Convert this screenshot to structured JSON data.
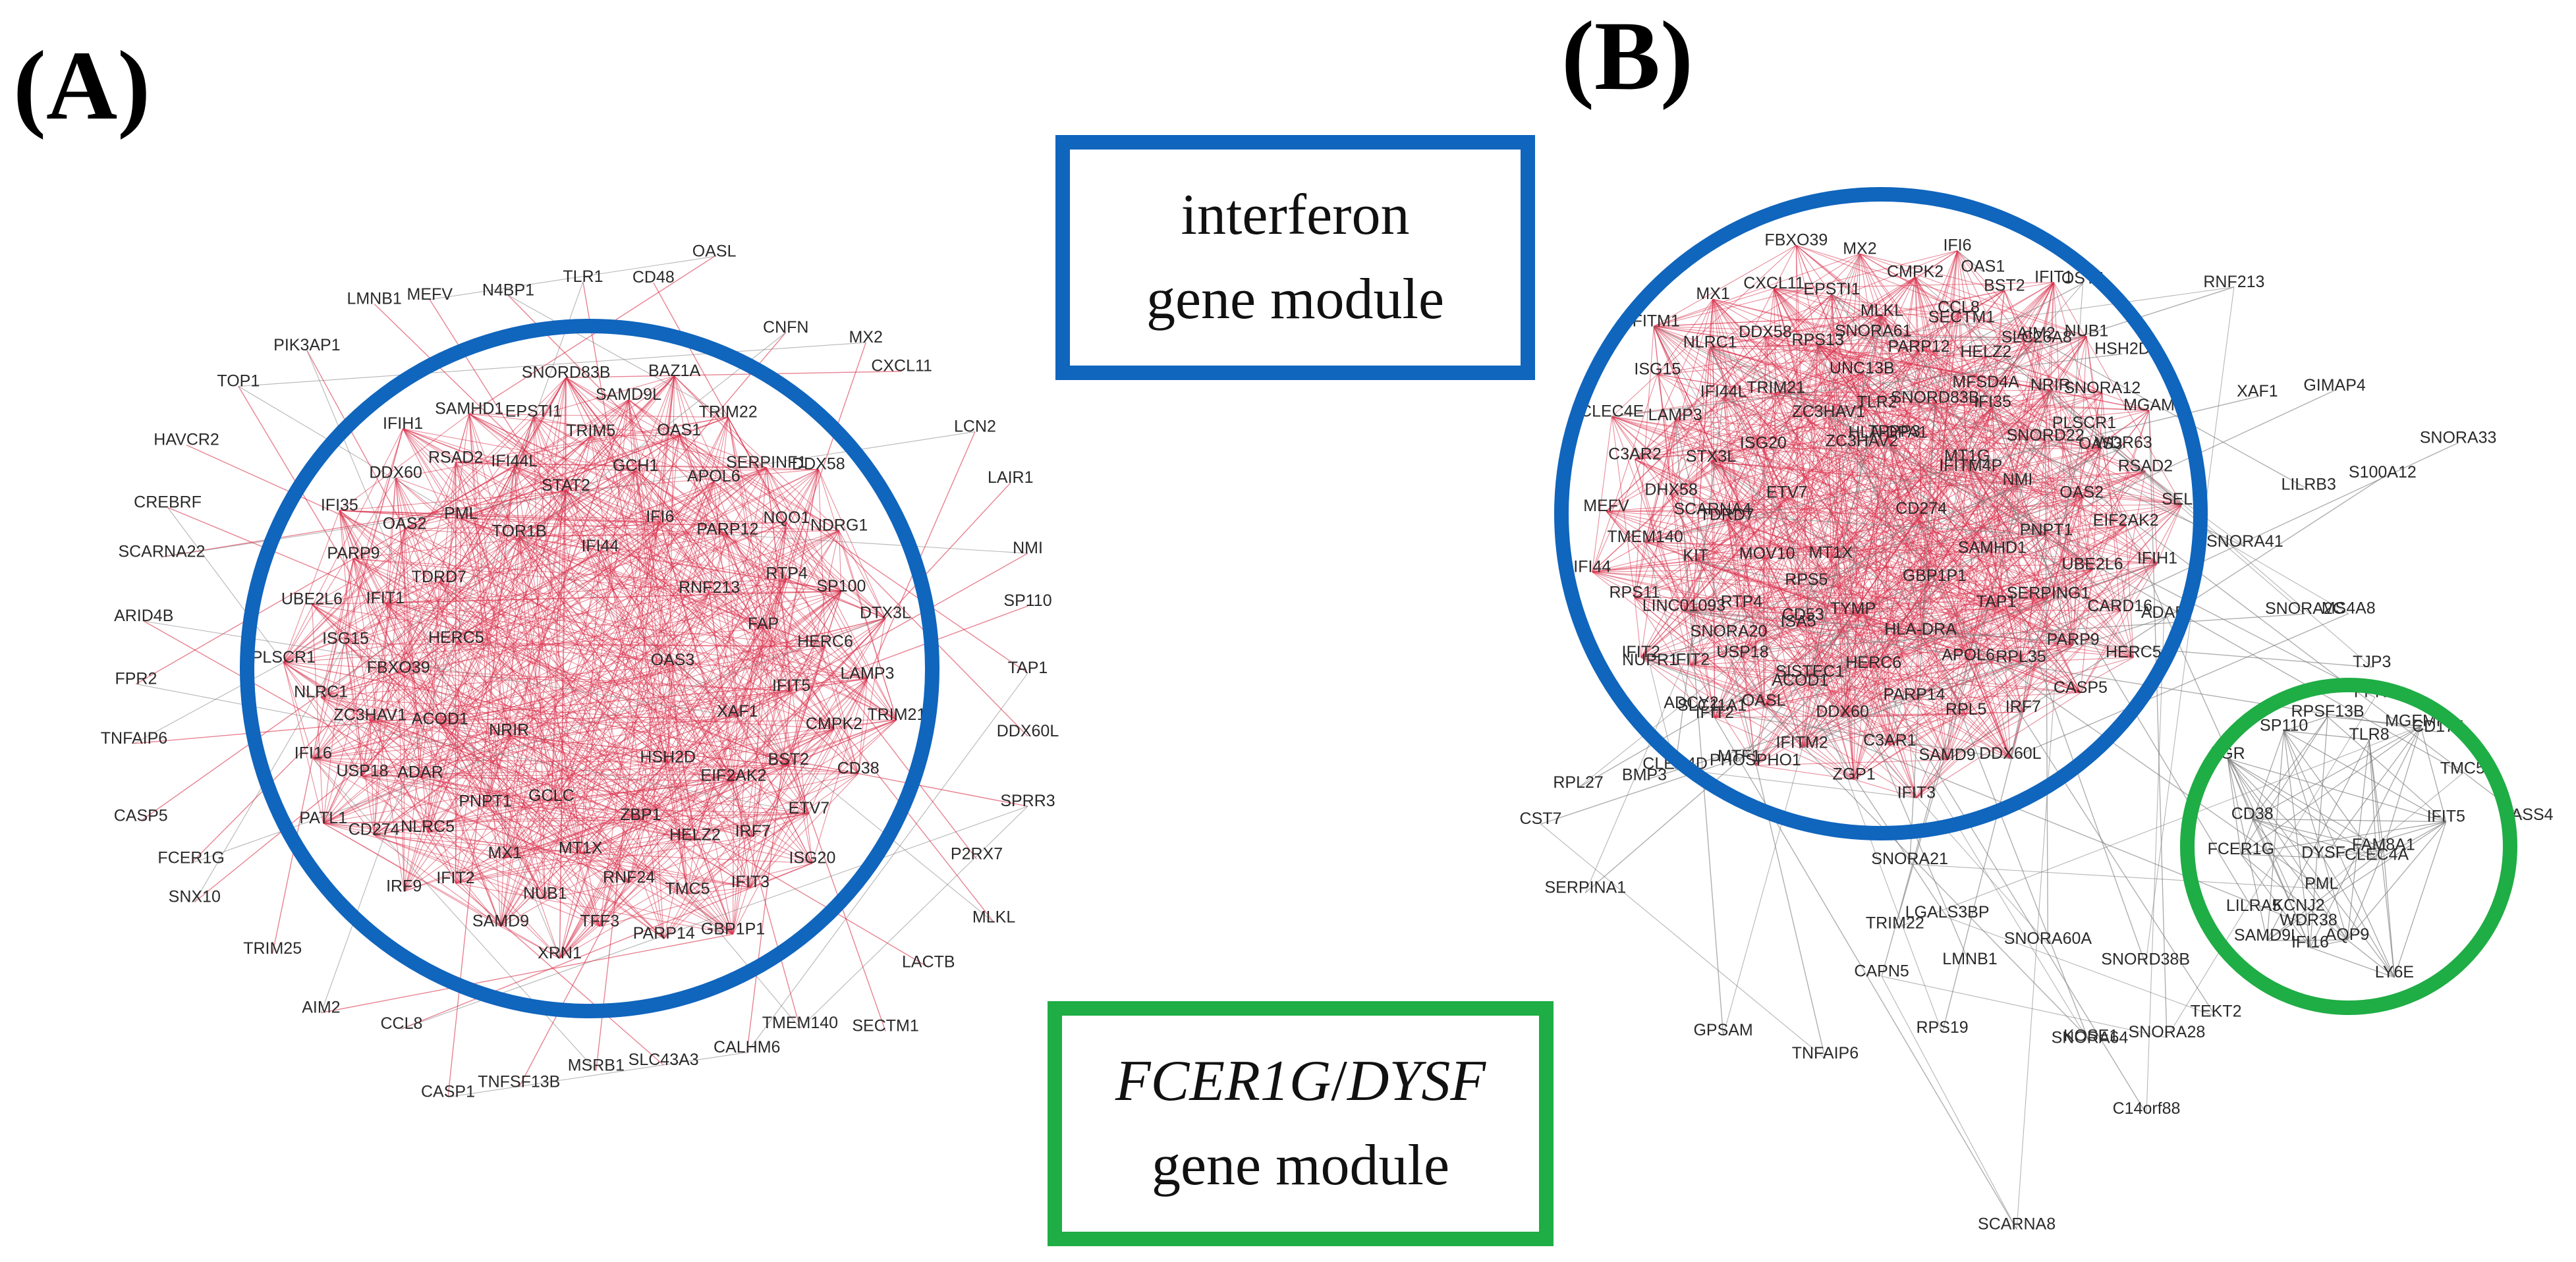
{
  "panels": [
    {
      "label": "(A)",
      "nodes": [
        "OAS3",
        "NRIR",
        "IFI44",
        "HSH2D",
        "HERC5",
        "RNF213",
        "GCLC",
        "TOR1B",
        "XAF1",
        "ACOD1",
        "IFI6",
        "ZBP1",
        "TDRD7",
        "FAP",
        "PNPT1",
        "STAT2",
        "EIF2AK2",
        "FBXO39",
        "PARP12",
        "MT1X",
        "PML",
        "IFIT5",
        "ADAR",
        "GCH1",
        "HELZ2",
        "IFIT1",
        "RTP4",
        "MX1",
        "IFI44L",
        "BST2",
        "ZC3HAV1",
        "APOL6",
        "RNF24",
        "OAS2",
        "HERC6",
        "NLRC5",
        "TRIM5",
        "IRF7",
        "ISG15",
        "NQO1",
        "NUB1",
        "RSAD2",
        "CMPK2",
        "USP18",
        "OAS1",
        "TMC5",
        "PARP9",
        "SP100",
        "IFIT2",
        "EPSTI1",
        "ETV7",
        "NLRC1",
        "SERPINF1",
        "TFF3",
        "DDX60",
        "LAMP3",
        "CD274",
        "SAMD9L",
        "IFIT3",
        "UBE2L6",
        "NDRG1",
        "SAMD9",
        "SAMHD1",
        "CD38",
        "IFI16",
        "TRIM22",
        "PARP14",
        "IFI35",
        "DTX3L",
        "IRF9",
        "SNORD83B",
        "ISG20",
        "PLSCR1",
        "DDX58",
        "XRN1",
        "IFIH1",
        "TRIM21",
        "PATL1",
        "BAZ1A",
        "GBP1P1",
        "OASL",
        "CNFN",
        "MX2",
        "CXCL11",
        "LCN2",
        "LAIR1",
        "NMI",
        "SP110",
        "TAP1",
        "DDX60L",
        "SPRR3",
        "P2RX7",
        "MLKL",
        "LACTB",
        "SECTM1",
        "TMEM140",
        "CALHM6",
        "SLC43A3",
        "MSRB1",
        "TNFSF13B",
        "CASP1",
        "CCL8",
        "AIM2",
        "TRIM25",
        "SNX10",
        "FCER1G",
        "CASP5",
        "TNFAIP6",
        "FPR2",
        "ARID4B",
        "SCARNA22",
        "CREBRF",
        "HAVCR2",
        "TOP1",
        "PIK3AP1",
        "LMNB1",
        "MEFV",
        "N4BP1",
        "TLR1",
        "CD48"
      ]
    },
    {
      "label": "(B)",
      "nodes": [
        "CD274",
        "MT1X",
        "HLA-DPA1",
        "GBP1P1",
        "ETV7",
        "MT1G",
        "TYMP",
        "ZC3HAV1",
        "SAMHD1",
        "MOV10",
        "SNORD83B",
        "HLA-DRA",
        "ISG20",
        "NMI",
        "ISA5",
        "UNC13B",
        "TAP1",
        "TDRD7",
        "IFI35",
        "HERC6",
        "TRIM21",
        "PNPT1",
        "RTP4",
        "PARP12",
        "APOL6",
        "STX3L",
        "SNORD22",
        "SISTEC1",
        "RPS13",
        "SERPING1",
        "KIT",
        "HELZ2",
        "PARP14",
        "IFI44L",
        "OAS2",
        "USP18",
        "MLKL",
        "RPL35",
        "DHX58",
        "NRIR",
        "DDX60",
        "DDX58",
        "UBE2L6",
        "LINC01093",
        "CCL8",
        "RPL5",
        "LAMP3",
        "OAS3",
        "OASL",
        "EPSTI1",
        "PARP9",
        "TMEM140",
        "AIM2",
        "C3AR1",
        "NLRC1",
        "EIF2AK2",
        "IFIT2",
        "CMPK2",
        "IRF7",
        "C3AR2",
        "SNORA12",
        "IFITM2",
        "CXCL11",
        "CARD16",
        "RPS11",
        "BST2",
        "SAMD9",
        "ISG15",
        "RSAD2",
        "IFIT2",
        "MX2",
        "CASP5",
        "MEFV",
        "NUB1",
        "ZGP1",
        "MX1",
        "IFIH1",
        "IFIT2",
        "IFI6",
        "DDX60L",
        "CLEC4E",
        "MGAM",
        "PHOSPHO1",
        "FBXO39",
        "HERC5",
        "IFI44",
        "IFIT1",
        "IFIT3",
        "IFITM1",
        "SELL",
        "KOSE1",
        "RPL27",
        "HSH2D",
        "OAS1",
        "XAF1",
        "ADAR",
        "SP110",
        "CLEC4D",
        "DYSF",
        "RPS19",
        "LY6E",
        "ZC3HAV2",
        "IFIT5",
        "SECTM1",
        "RPSF13B",
        "TNFAIP6",
        "FCER1G",
        "LILRA5",
        "AQP9",
        "NUPR1",
        "FAM8A1",
        "GIMAP4",
        "TLR8",
        "SNORA60A",
        "CD38",
        "PLSCR1",
        "IFI16",
        "LGALS3BP",
        "CLEC4A",
        "LMNB1",
        "MGEMP1",
        "FPR2",
        "FGR",
        "TJP3",
        "SAMD9L",
        "ACOD1",
        "CST7",
        "SERPINA1",
        "GPSAM",
        "CASS4",
        "SNORA64",
        "RNF213",
        "SLC11A1",
        "IFITM4P",
        "TLR2",
        "S100A12",
        "ADCY2",
        "CD53",
        "BMP3",
        "TMC5",
        "SNORA33",
        "SNORA2C",
        "SNORA41",
        "MTF1",
        "CD177",
        "C14orf88",
        "SCARNA4",
        "TRIM22",
        "LILRB3",
        "PML",
        "SNORA20",
        "RPS5",
        "MFSD4A",
        "SLC26A8",
        "MS4A8",
        "OST4",
        "SNORD38B",
        "CAPN5",
        "KCNJ2",
        "SNORA61",
        "WDR63",
        "SNORA28",
        "SNORA21",
        "WDR38",
        "TEKT2",
        "SCARNA8",
        "TPPP3"
      ]
    }
  ],
  "legend": {
    "interferon": {
      "line1": "interferon",
      "line2": "gene module",
      "color": "#1065bd"
    },
    "fcer1g": {
      "line1_a": "FCER1G",
      "line1_sep": "/",
      "line1_b": "DYSF",
      "line2": "gene module",
      "color": "#1fad45"
    }
  },
  "colors": {
    "edge_red": "#d9304a",
    "edge_gray": "#7a7a7a",
    "circle_blue": "#1065bd",
    "circle_green": "#1fad45"
  }
}
